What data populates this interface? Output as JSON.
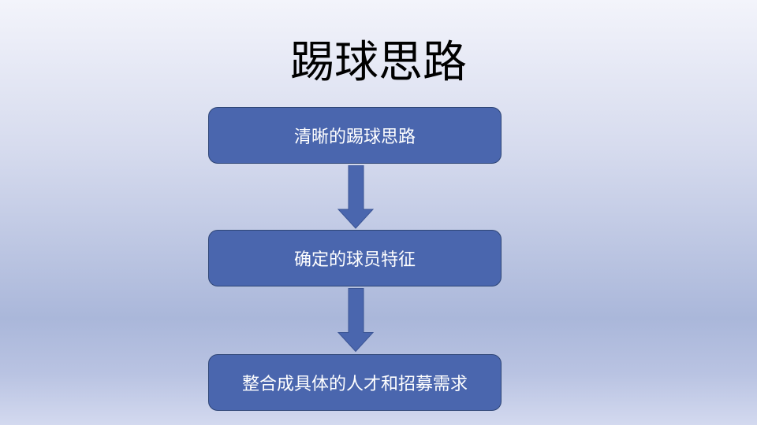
{
  "title": "踢球思路",
  "steps": [
    {
      "label": "清晰的踢球思路"
    },
    {
      "label": "确定的球员特征"
    },
    {
      "label": "整合成具体的人才和招募需求"
    }
  ],
  "colors": {
    "box": "#4a66ae",
    "border": "#2f4677"
  }
}
